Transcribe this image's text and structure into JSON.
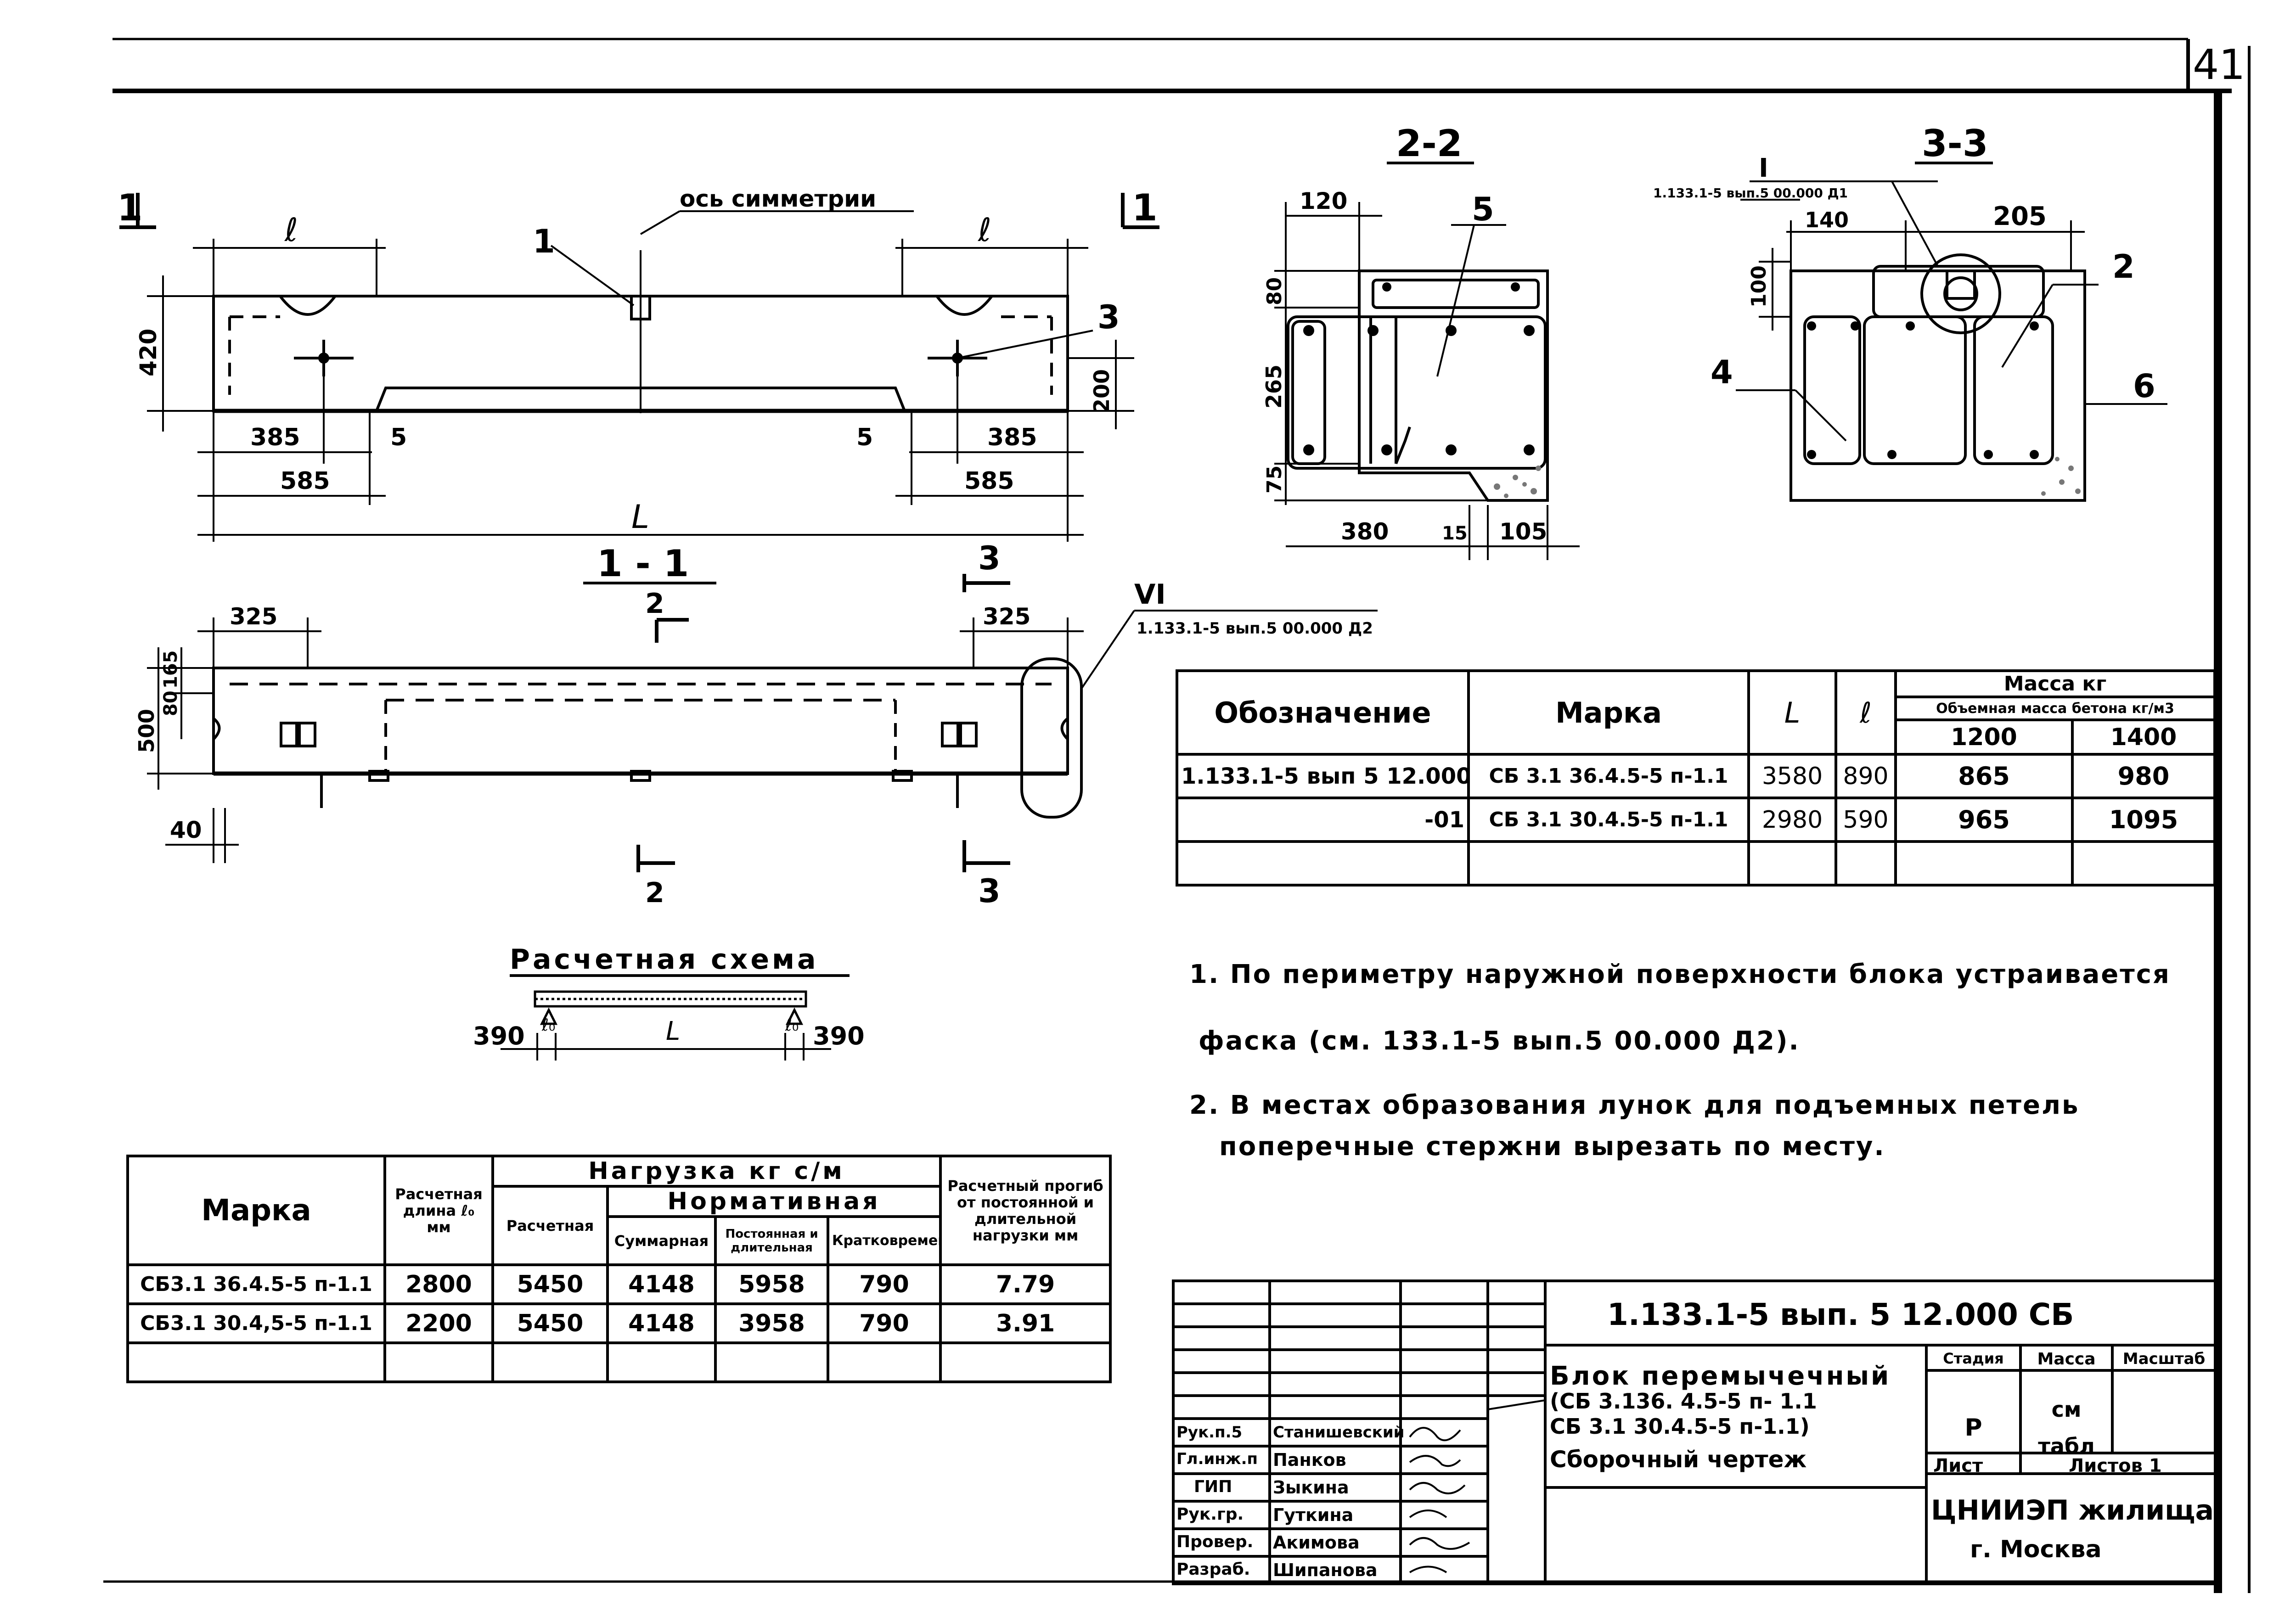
{
  "sheet_number": "41",
  "front_view": {
    "section_mark": "1",
    "symmetry_label": "ось симметрии",
    "dim_l": "ℓ",
    "dim_height": "420",
    "dim_lift": "200",
    "dim_385": "385",
    "dim_585": "585",
    "dim_5": "5",
    "dim_total": "L",
    "callout_1": "1",
    "callout_3": "3"
  },
  "section_1_1": {
    "title": "1 - 1",
    "dim_325": "325",
    "dim_500": "500",
    "dim_80": "80",
    "dim_165": "165",
    "dim_40": "40",
    "mark_2": "2",
    "mark_3": "3",
    "detail_roman": "VI",
    "detail_ref": "1.133.1-5 вып.5 00.000 Д2"
  },
  "section_2_2": {
    "title": "2-2",
    "dim_120": "120",
    "dim_80": "80",
    "dim_265": "265",
    "dim_75": "75",
    "dim_380": "380",
    "dim_15": "15",
    "dim_105": "105",
    "callout_5": "5"
  },
  "section_3_3": {
    "title": "3-3",
    "detail_roman": "I",
    "detail_ref": "1.133.1-5 вып.5 00.000 Д1",
    "dim_140": "140",
    "dim_205": "205",
    "dim_100": "100",
    "callout_2": "2",
    "callout_4": "4",
    "callout_6": "6"
  },
  "calc_scheme": {
    "title": "Расчетная схема",
    "left": "390",
    "right": "390",
    "span": "L",
    "support_left": "ℓ₀",
    "support_right": "ℓ₀"
  },
  "mass_table": {
    "headers": {
      "designation": "Обозначение",
      "mark": "Марка",
      "L": "L",
      "l": "ℓ",
      "mass": "Масса кг",
      "density": "Объемная масса бетона кг/м3",
      "d1": "1200",
      "d2": "1400"
    },
    "rows": [
      [
        "1.133.1-5 вып 5 12.000",
        "СБ 3.1 36.4.5-5 п-1.1",
        "3580",
        "890",
        "865",
        "980"
      ],
      [
        "-01",
        "СБ 3.1 30.4.5-5 п-1.1",
        "2980",
        "590",
        "965",
        "1095"
      ],
      [
        "",
        "",
        "",
        "",
        "",
        ""
      ]
    ]
  },
  "notes": [
    "1. По периметру наружной поверхности блока устраивается",
    "фаска (см. 133.1-5 вып.5 00.000 Д2).",
    "2. В местах образования лунок для подъемных петель",
    "поперечные стержни вырезать по месту."
  ],
  "load_table": {
    "headers": {
      "mark": "Марка",
      "length": "Расчетная длина ℓ₀ мм",
      "load": "Нагрузка кг с/м",
      "calc": "Расчетная",
      "normative": "Нормативная",
      "sum": "Суммарная",
      "const": "Постоянная и длительная",
      "short": "Кратковременная",
      "deflection": "Расчетный прогиб от постоянной и длительной нагрузки мм"
    },
    "rows": [
      [
        "СБ3.1 36.4.5-5 п-1.1",
        "2800",
        "5450",
        "4148",
        "5958",
        "790",
        "7.79"
      ],
      [
        "СБ3.1 30.4,5-5 п-1.1",
        "2200",
        "5450",
        "4148",
        "3958",
        "790",
        "3.91"
      ],
      [
        "",
        "",
        "",
        "",
        "",
        "",
        ""
      ]
    ]
  },
  "title_block": {
    "code": "1.133.1-5   вып. 5   12.000 СБ",
    "name_line1": "Блок перемычечный",
    "name_line2": "(СБ 3.136. 4.5-5 п- 1.1",
    "name_line3": "СБ 3.1 30.4.5-5 п-1.1)",
    "name_line4": "Сборочный   чертеж",
    "stage_label": "Стадия",
    "mass_label": "Масса",
    "scale_label": "Масштаб",
    "stage_value": "Р",
    "mass_value": "см табл",
    "sheet_label": "Лист",
    "sheets_label": "Листов 1",
    "org_line1": "ЦНИИЭП жилища",
    "org_line2": "г. Москва",
    "staff": [
      {
        "role": "Рук.п.5",
        "name": "Станишевский"
      },
      {
        "role": "Гл.инж.п",
        "name": "Панков"
      },
      {
        "role": "ГИП",
        "name": "Зыкина"
      },
      {
        "role": "Рук.гр.",
        "name": "Гуткина"
      },
      {
        "role": "Провер.",
        "name": "Акимова"
      },
      {
        "role": "Разраб.",
        "name": "Шипанова"
      }
    ]
  }
}
